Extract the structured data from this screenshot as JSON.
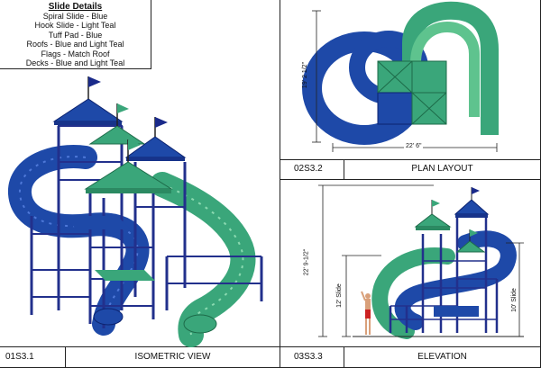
{
  "legend": {
    "title": "Slide Details",
    "lines": [
      "Spiral Slide - Blue",
      "Hook Slide - Light Teal",
      "Tuff Pad - Blue",
      "Roofs - Blue and Light Teal",
      "Flags - Match Roof",
      "Decks - Blue and Light Teal"
    ]
  },
  "views": {
    "isometric": {
      "code": "01S3.1",
      "label": "ISOMETRIC VIEW"
    },
    "plan": {
      "code": "02S3.2",
      "label": "PLAN LAYOUT",
      "dim_depth": "19' 2 1/2\"",
      "dim_width": "22' 6\""
    },
    "elevation": {
      "code": "03S3.3",
      "label": "ELEVATION",
      "dim_height": "22' 9-1/2\"",
      "dim_slide_left": "12' Slide",
      "dim_slide_right": "10' Slide"
    }
  },
  "colors": {
    "blue": "#1e49a8",
    "dark_blue": "#1a2a8a",
    "teal": "#3aa67a",
    "light_teal": "#5ec38e",
    "frame": "#22308c",
    "red": "#cc2222"
  }
}
